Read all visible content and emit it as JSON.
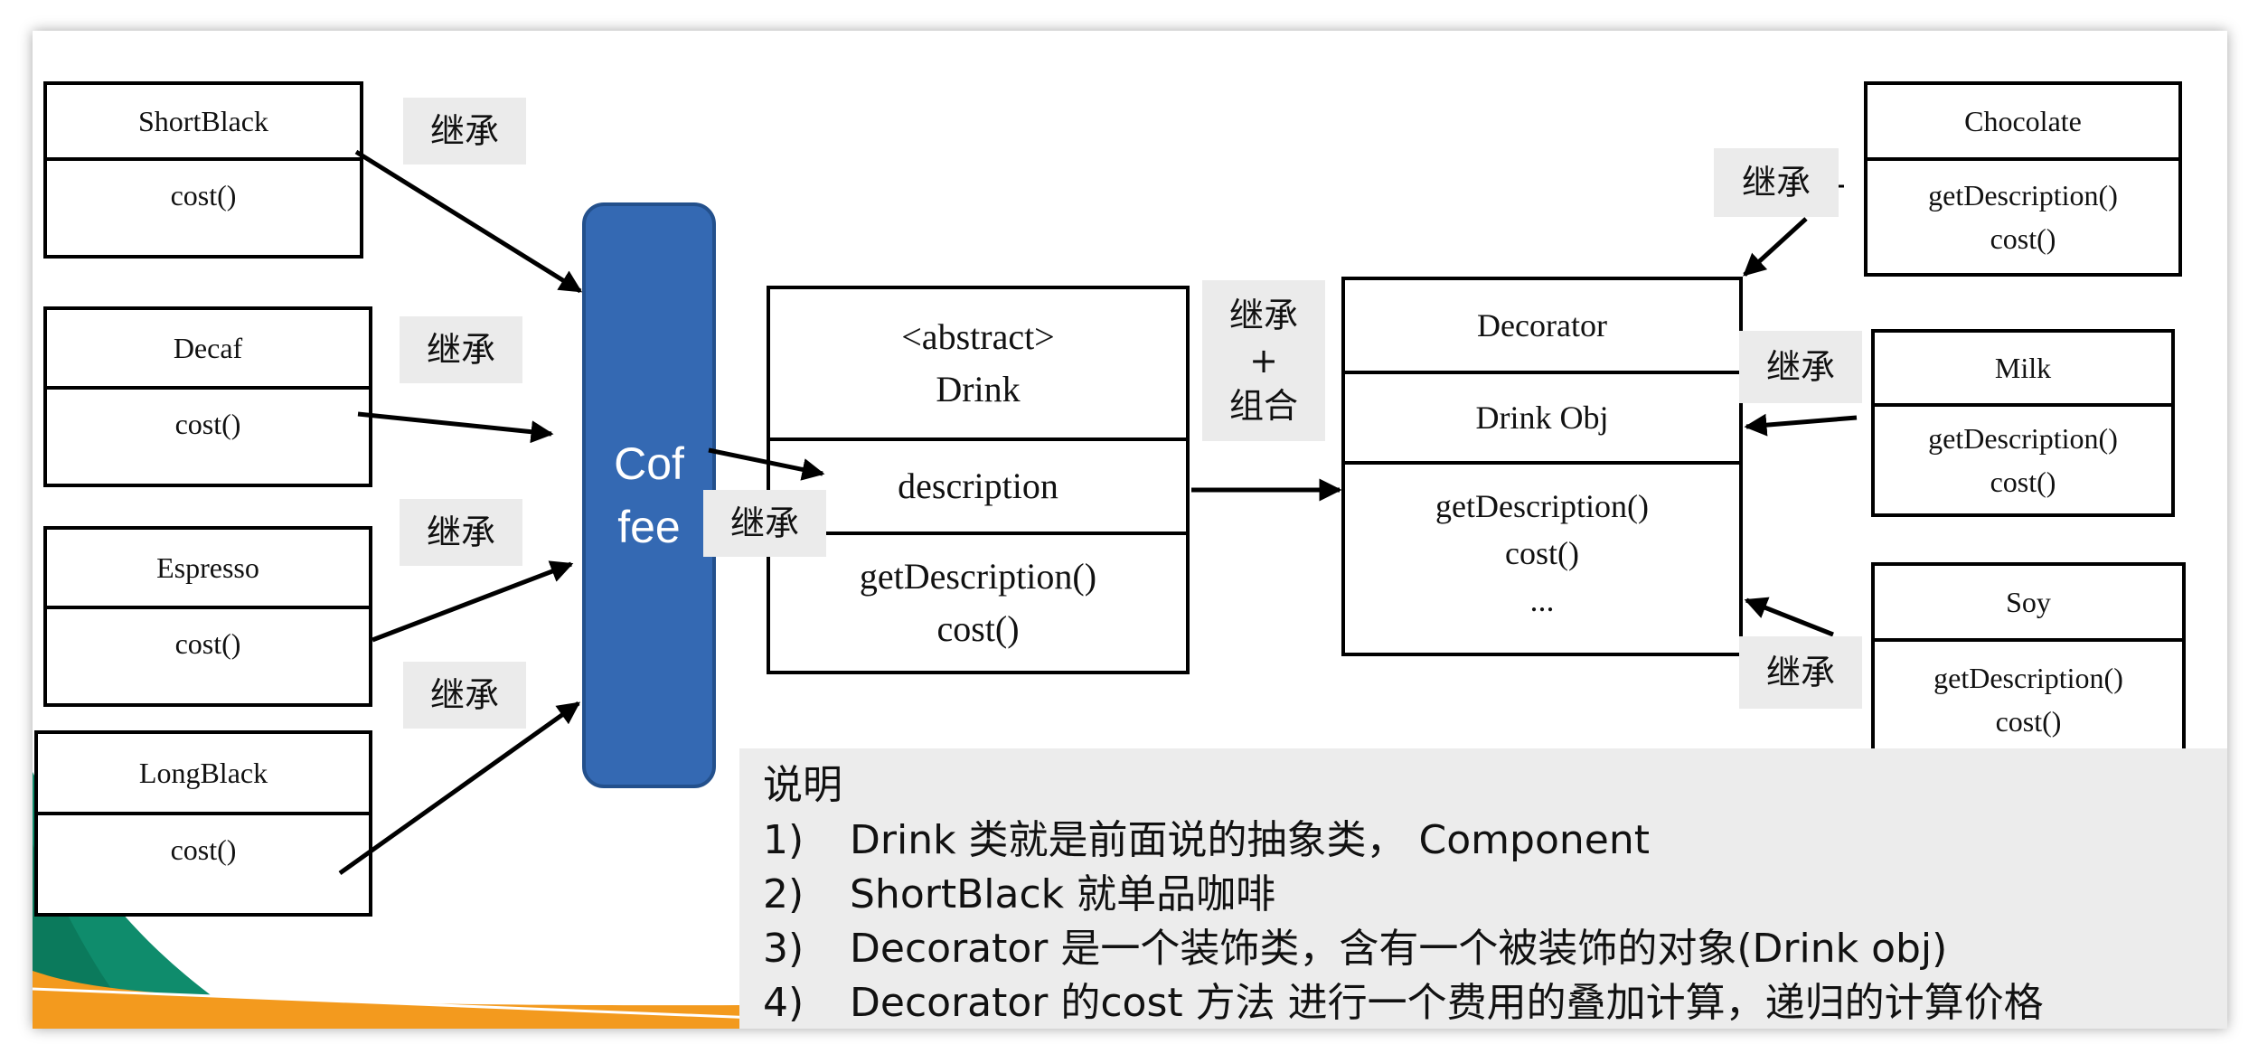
{
  "colors": {
    "coffee_fill": "#3469b3",
    "label_bg": "#ebebeb",
    "notes_bg": "#ececec",
    "deco_green": "#0f8c6c",
    "deco_orange": "#f39a1e"
  },
  "coffee": {
    "line1": "Cof",
    "line2": "fee"
  },
  "classes": {
    "shortblack": {
      "name": "ShortBlack",
      "method": "cost()"
    },
    "decaf": {
      "name": "Decaf",
      "method": "cost()"
    },
    "espresso": {
      "name": "Espresso",
      "method": "cost()"
    },
    "longblack": {
      "name": "LongBlack",
      "method": "cost()"
    },
    "drink": {
      "stereotype": "<abstract>",
      "name": "Drink",
      "field": "description",
      "method1": "getDescription()",
      "method2": "cost()"
    },
    "decorator": {
      "name": "Decorator",
      "field": "Drink Obj",
      "method1": "getDescription()",
      "method2": "cost()",
      "more": "..."
    },
    "chocolate": {
      "name": "Chocolate",
      "method1": "getDescription()",
      "method2": "cost()"
    },
    "milk": {
      "name": "Milk",
      "method1": "getDescription()",
      "method2": "cost()"
    },
    "soy": {
      "name": "Soy",
      "method1": "getDescription()",
      "method2": "cost()"
    }
  },
  "labels": {
    "inherit": "继承",
    "combo_line1": "继承",
    "combo_line2": "+",
    "combo_line3": "组合"
  },
  "notes": {
    "title": "说明",
    "items": [
      {
        "num": "1)",
        "text": "Drink 类就是前面说的抽象类， Component"
      },
      {
        "num": "2)",
        "text": "ShortBlack 就单品咖啡"
      },
      {
        "num": "3)",
        "text": "Decorator 是一个装饰类，含有一个被装饰的对象(Drink obj)"
      },
      {
        "num": "4)",
        "text": "Decorator 的cost 方法 进行一个费用的叠加计算，递归的计算价格"
      }
    ]
  }
}
